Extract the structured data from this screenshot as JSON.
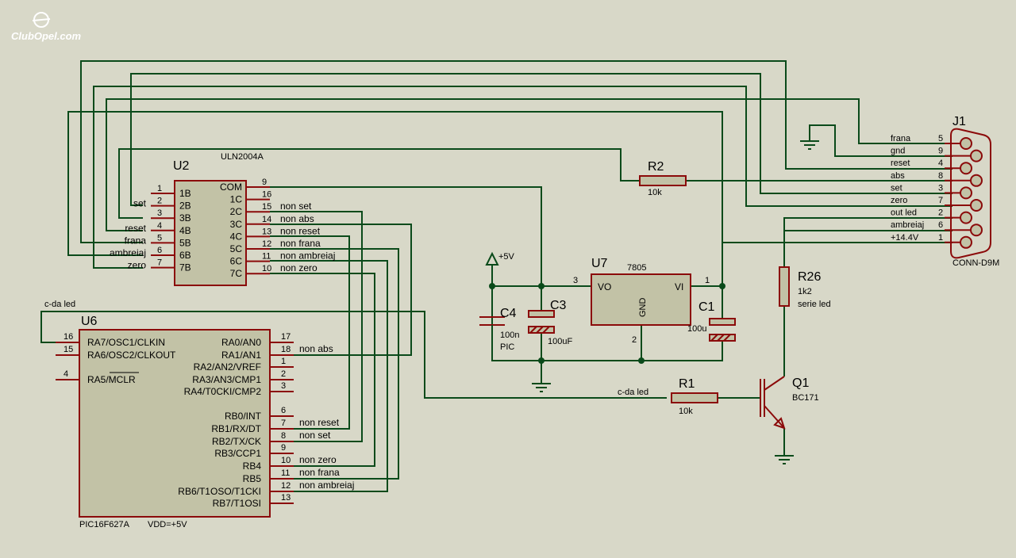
{
  "watermark": "ClubOpel.com",
  "u2": {
    "ref": "U2",
    "part": "ULN2004A",
    "left_pins": [
      {
        "num": "1",
        "name": "1B",
        "net": ""
      },
      {
        "num": "2",
        "name": "2B",
        "net": "set"
      },
      {
        "num": "3",
        "name": "3B",
        "net": ""
      },
      {
        "num": "4",
        "name": "4B",
        "net": "reset"
      },
      {
        "num": "5",
        "name": "5B",
        "net": "frana"
      },
      {
        "num": "6",
        "name": "6B",
        "net": "ambreiaj"
      },
      {
        "num": "7",
        "name": "7B",
        "net": "zero"
      }
    ],
    "right_pins": [
      {
        "num": "9",
        "name": "COM",
        "net": ""
      },
      {
        "num": "16",
        "name": "1C",
        "net": ""
      },
      {
        "num": "15",
        "name": "2C",
        "net": "non set"
      },
      {
        "num": "14",
        "name": "3C",
        "net": "non abs"
      },
      {
        "num": "13",
        "name": "4C",
        "net": "non reset"
      },
      {
        "num": "12",
        "name": "5C",
        "net": "non frana"
      },
      {
        "num": "11",
        "name": "6C",
        "net": "non ambreiaj"
      },
      {
        "num": "10",
        "name": "7C",
        "net": "non zero"
      }
    ]
  },
  "u6": {
    "ref": "U6",
    "part": "PIC16F627A",
    "vdd": "VDD=+5V",
    "net_cda": "c-da led",
    "left_pins": [
      {
        "num": "16",
        "name": "RA7/OSC1/CLKIN"
      },
      {
        "num": "15",
        "name": "RA6/OSC2/CLKOUT"
      },
      {
        "num": "4",
        "name": "RA5/MCLR"
      }
    ],
    "right_pins": [
      {
        "num": "17",
        "name": "RA0/AN0",
        "net": ""
      },
      {
        "num": "18",
        "name": "RA1/AN1",
        "net": "non abs"
      },
      {
        "num": "1",
        "name": "RA2/AN2/VREF",
        "net": ""
      },
      {
        "num": "2",
        "name": "RA3/AN3/CMP1",
        "net": ""
      },
      {
        "num": "3",
        "name": "RA4/T0CKI/CMP2",
        "net": ""
      },
      {
        "num": "6",
        "name": "RB0/INT",
        "net": ""
      },
      {
        "num": "7",
        "name": "RB1/RX/DT",
        "net": "non reset"
      },
      {
        "num": "8",
        "name": "RB2/TX/CK",
        "net": "non set"
      },
      {
        "num": "9",
        "name": "RB3/CCP1",
        "net": ""
      },
      {
        "num": "10",
        "name": "RB4",
        "net": "non zero"
      },
      {
        "num": "11",
        "name": "RB5",
        "net": "non frana"
      },
      {
        "num": "12",
        "name": "RB6/T1OSO/T1CKI",
        "net": "non ambreiaj"
      },
      {
        "num": "13",
        "name": "RB7/T1OSI",
        "net": ""
      }
    ]
  },
  "j1": {
    "ref": "J1",
    "part": "CONN-D9M",
    "pins": [
      {
        "num": "5",
        "net": "frana"
      },
      {
        "num": "9",
        "net": "gnd"
      },
      {
        "num": "4",
        "net": "reset"
      },
      {
        "num": "8",
        "net": "abs"
      },
      {
        "num": "3",
        "net": "set"
      },
      {
        "num": "7",
        "net": "zero"
      },
      {
        "num": "2",
        "net": "out led"
      },
      {
        "num": "6",
        "net": "ambreiaj"
      },
      {
        "num": "1",
        "net": "+14.4V"
      }
    ]
  },
  "u7": {
    "ref": "U7",
    "part": "7805",
    "vo": "VO",
    "vi": "VI",
    "gnd": "GND",
    "pin_vo": "3",
    "pin_vi": "1",
    "pin_gnd": "2"
  },
  "r2": {
    "ref": "R2",
    "value": "10k"
  },
  "r1": {
    "ref": "R1",
    "value": "10k",
    "net": "c-da led"
  },
  "r26": {
    "ref": "R26",
    "value": "1k2",
    "note": "serie led"
  },
  "q1": {
    "ref": "Q1",
    "part": "BC171"
  },
  "c4": {
    "ref": "C4",
    "value": "100n",
    "note": "PIC"
  },
  "c3": {
    "ref": "C3",
    "value": "100uF"
  },
  "c1": {
    "ref": "C1",
    "value": "100u"
  },
  "supply": {
    "label": "+5V"
  }
}
